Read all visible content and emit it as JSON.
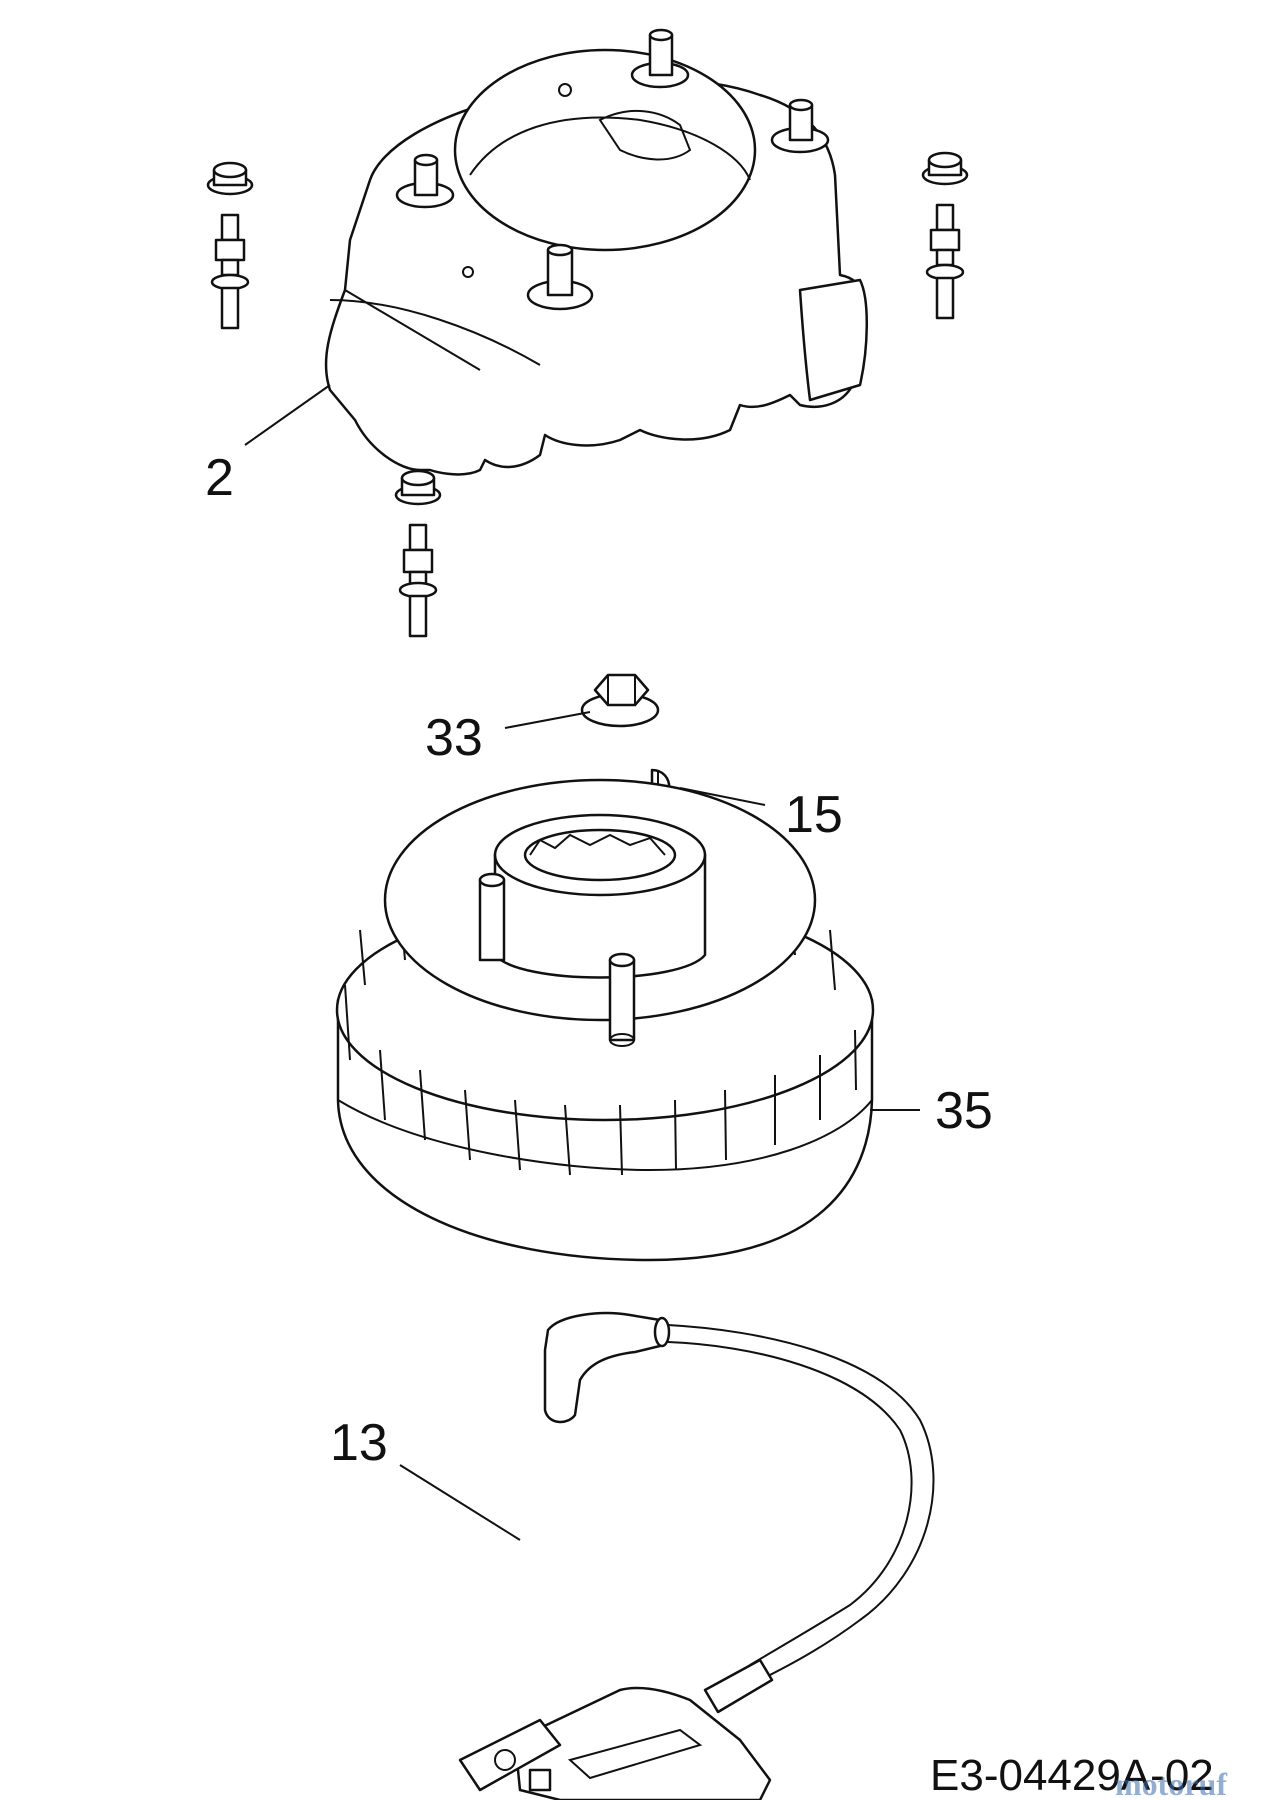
{
  "callouts": {
    "c2": "2",
    "c33": "33",
    "c15": "15",
    "c35": "35",
    "c13": "13"
  },
  "drawing_code": "E3-04429A-02",
  "watermark": "motoruf",
  "colors": {
    "line": "#111111",
    "background": "#ffffff",
    "watermark_primary": "#3a6fb0",
    "watermark_accent": "#c0392b"
  }
}
